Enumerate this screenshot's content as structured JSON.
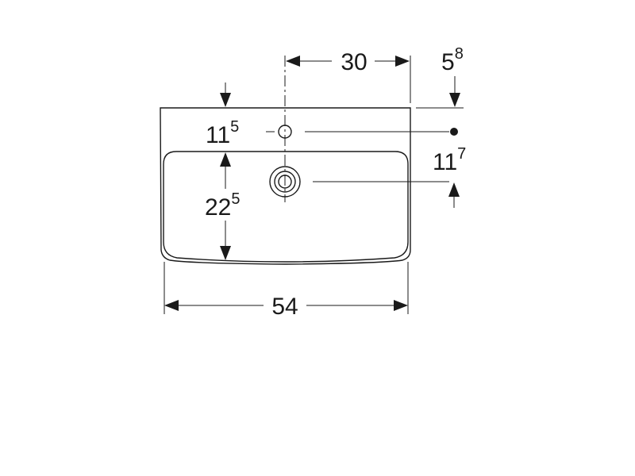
{
  "dimensions": {
    "tap_offset": {
      "main": "30",
      "sup": ""
    },
    "rim_top": {
      "main": "5",
      "sup": "8"
    },
    "tap_hole_depth": {
      "main": "11",
      "sup": "5"
    },
    "waste_offset": {
      "main": "11",
      "sup": "7"
    },
    "bowl_depth": {
      "main": "22",
      "sup": "5"
    },
    "width": {
      "main": "54",
      "sup": ""
    }
  }
}
